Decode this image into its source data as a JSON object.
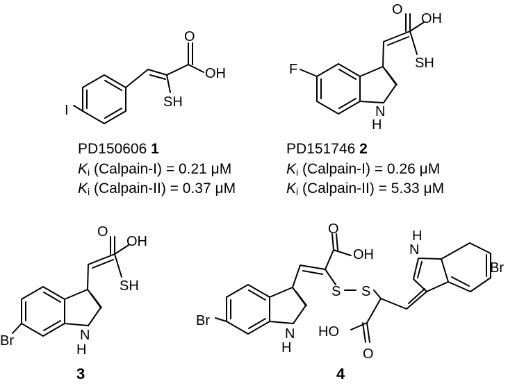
{
  "compounds": [
    {
      "id": "1",
      "code": "PD150606",
      "atoms": {
        "halogen": "I",
        "acid_o": "O",
        "acid_oh": "OH",
        "thiol": "SH"
      },
      "ki1": {
        "label": "K",
        "sub": "i",
        "text": " (Calpain-I) = 0.21 μM"
      },
      "ki2": {
        "label": "K",
        "sub": "i",
        "text": " (Calpain-II) = 0.37 μM"
      }
    },
    {
      "id": "2",
      "code": "PD151746",
      "atoms": {
        "halogen": "F",
        "acid_o": "O",
        "acid_oh": "OH",
        "thiol": "SH",
        "nh_n": "N",
        "nh_h": "H"
      },
      "ki1": {
        "label": "K",
        "sub": "i",
        "text": " (Calpain-I) = 0.26 μM"
      },
      "ki2": {
        "label": "K",
        "sub": "i",
        "text": " (Calpain-II) = 5.33 μM"
      }
    },
    {
      "id": "3",
      "atoms": {
        "halogen": "Br",
        "acid_o": "O",
        "acid_oh": "OH",
        "thiol": "SH",
        "nh_n": "N",
        "nh_h": "H"
      }
    },
    {
      "id": "4",
      "atoms": {
        "br_left": "Br",
        "br_right": "Br",
        "acid_o_top": "O",
        "acid_oh_top": "OH",
        "s1": "S",
        "s2": "S",
        "acid_ho_bottom": "HO",
        "acid_o_bottom": "O",
        "nh_n_left": "N",
        "nh_h_left": "H",
        "nh_h_right": "H",
        "nh_n_right": "N"
      }
    }
  ]
}
